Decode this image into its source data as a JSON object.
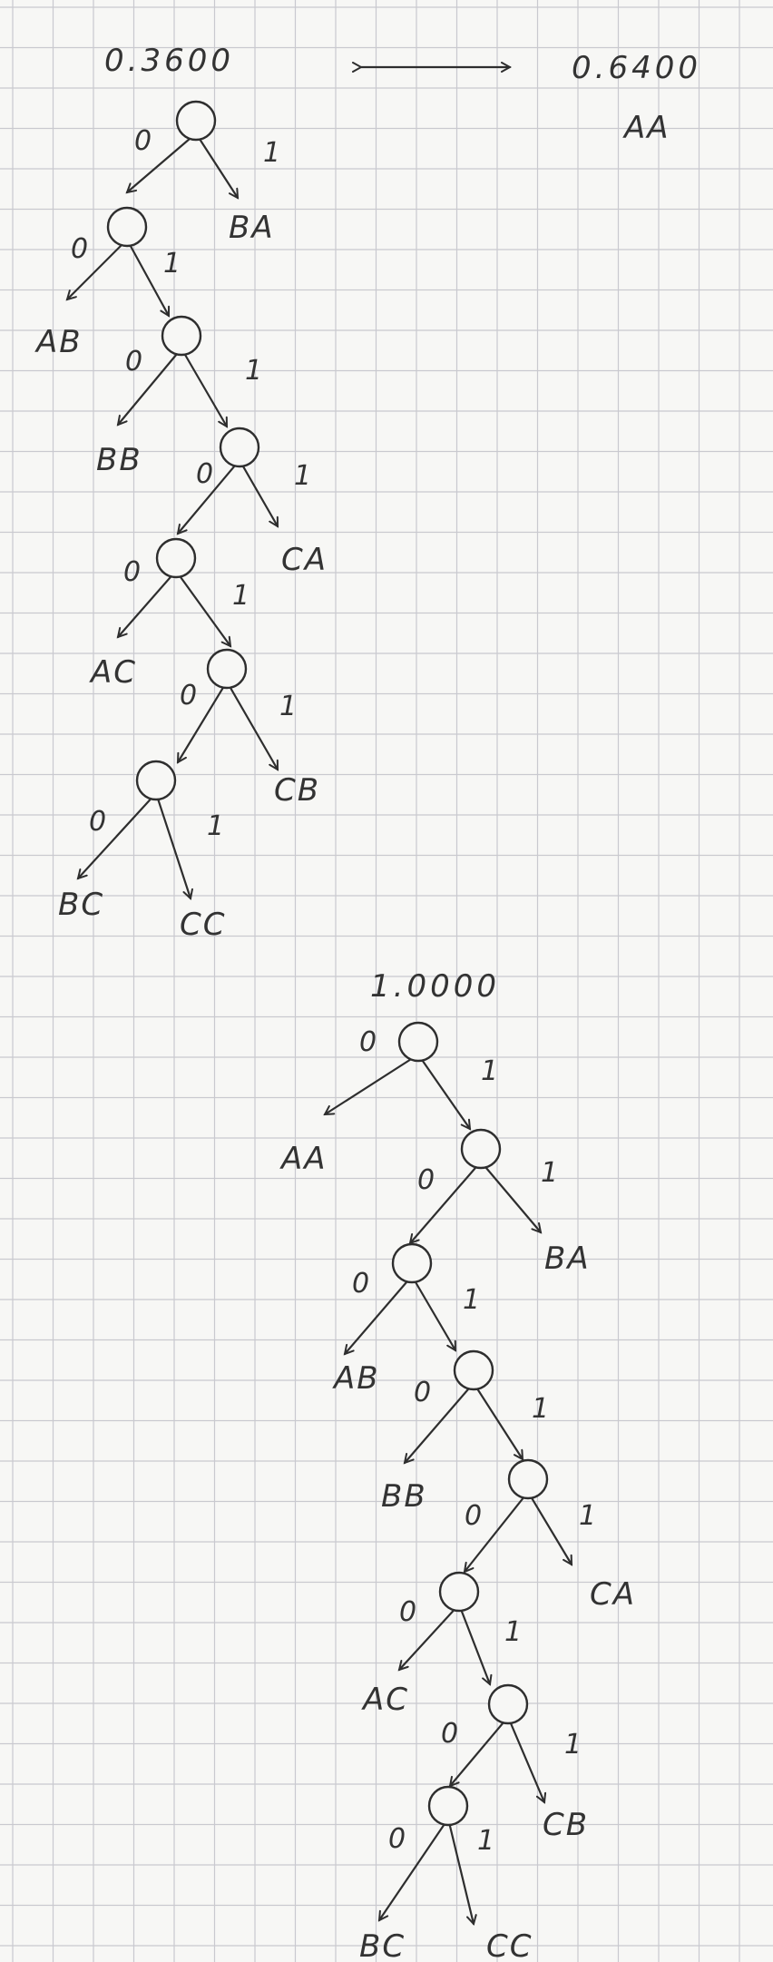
{
  "header": {
    "left_value": "0.3600",
    "right_value": "0.6400",
    "right_label": "AA",
    "arrow": "double-arrow"
  },
  "tree1": {
    "root_label": "",
    "edges": [
      {
        "bit": "0"
      },
      {
        "bit": "1"
      },
      {
        "bit": "0"
      },
      {
        "bit": "1"
      },
      {
        "bit": "0"
      },
      {
        "bit": "1"
      },
      {
        "bit": "0"
      },
      {
        "bit": "1"
      },
      {
        "bit": "0"
      },
      {
        "bit": "1"
      },
      {
        "bit": "0"
      },
      {
        "bit": "1"
      },
      {
        "bit": "0"
      },
      {
        "bit": "1"
      }
    ],
    "leaves": [
      "BA",
      "AB",
      "BB",
      "CA",
      "AC",
      "CB",
      "BC",
      "CC"
    ]
  },
  "tree2": {
    "root_label": "1.0000",
    "edges": [
      {
        "bit": "0"
      },
      {
        "bit": "1"
      },
      {
        "bit": "0"
      },
      {
        "bit": "1"
      },
      {
        "bit": "0"
      },
      {
        "bit": "1"
      },
      {
        "bit": "0"
      },
      {
        "bit": "1"
      },
      {
        "bit": "0"
      },
      {
        "bit": "1"
      },
      {
        "bit": "0"
      },
      {
        "bit": "1"
      },
      {
        "bit": "0"
      },
      {
        "bit": "1"
      },
      {
        "bit": "0"
      },
      {
        "bit": "1"
      }
    ],
    "leaves": [
      "AA",
      "BA",
      "AB",
      "BB",
      "CA",
      "AC",
      "CB",
      "BC",
      "CC"
    ]
  }
}
